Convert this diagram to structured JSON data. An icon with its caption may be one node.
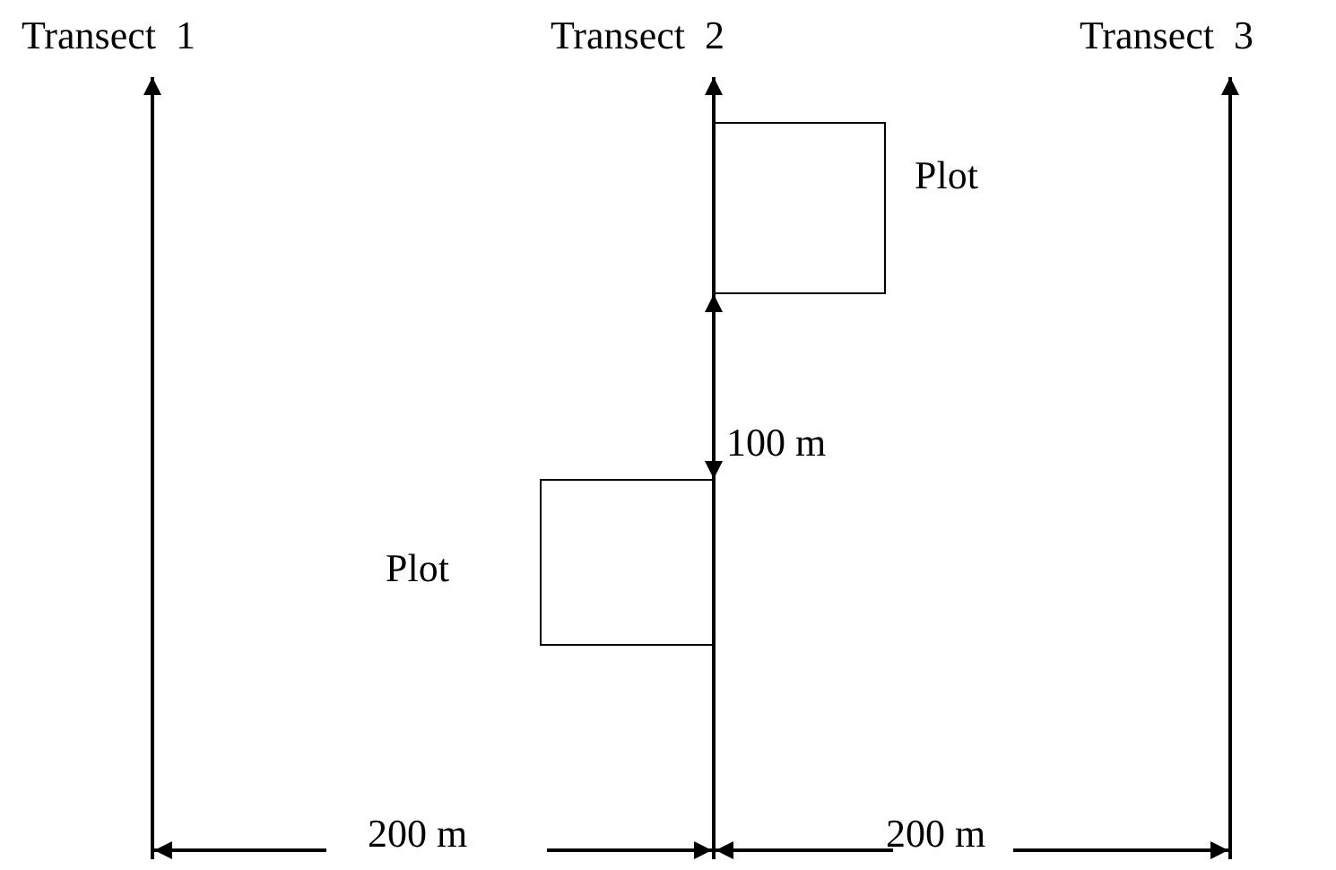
{
  "diagram": {
    "nodes": [
      {
        "text": [
          "Transect  1"
        ]
      },
      {
        "text": [
          "Transect  2"
        ]
      },
      {
        "text": [
          "Transect  3"
        ]
      },
      {
        "text": [],
        "shape": "box",
        "beside": [
          "Plot"
        ]
      },
      {
        "text": [],
        "shape": "box",
        "beside": [
          "Plot"
        ]
      }
    ],
    "edges": [
      {
        "from": null,
        "to": 0,
        "arrow": "to"
      },
      {
        "from": null,
        "to": 1,
        "arrow": "to"
      },
      {
        "from": null,
        "to": 2,
        "arrow": "to"
      },
      {
        "from": 4,
        "to": 3,
        "arrow": "both",
        "label": "100 m"
      }
    ],
    "labels": [
      "200 m",
      "200 m"
    ]
  }
}
